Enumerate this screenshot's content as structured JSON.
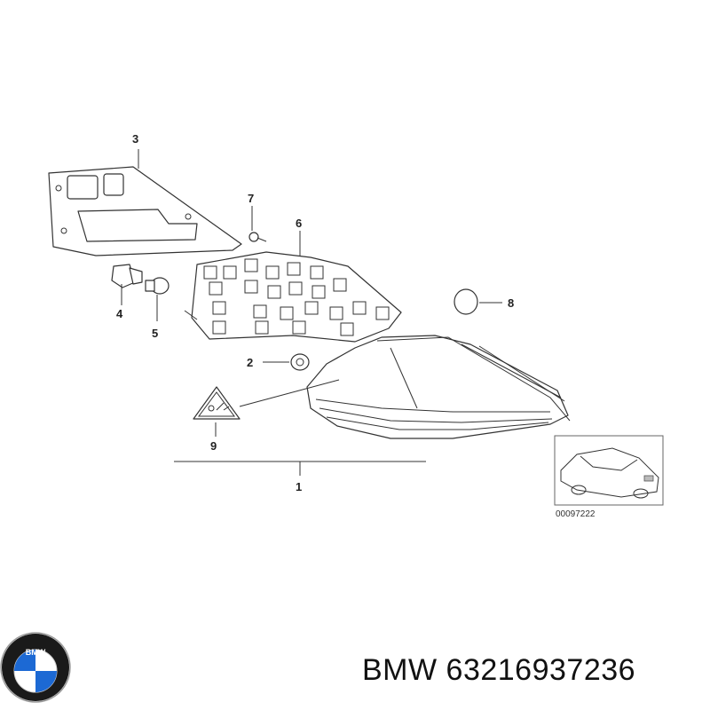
{
  "diagram": {
    "callouts": [
      {
        "id": "c1",
        "label": "1"
      },
      {
        "id": "c2",
        "label": "2"
      },
      {
        "id": "c3",
        "label": "3"
      },
      {
        "id": "c4",
        "label": "4"
      },
      {
        "id": "c5",
        "label": "5"
      },
      {
        "id": "c6",
        "label": "6"
      },
      {
        "id": "c7",
        "label": "7"
      },
      {
        "id": "c8",
        "label": "8"
      },
      {
        "id": "c9",
        "label": "9"
      }
    ],
    "reference_code": "00097222"
  },
  "logo": {
    "lettering": "BMW",
    "colors": {
      "blue": "#1c69d4",
      "white": "#ffffff",
      "ring": "#1a1a1a"
    }
  },
  "caption": {
    "brand": "BMW",
    "part_number": "63216937236"
  }
}
